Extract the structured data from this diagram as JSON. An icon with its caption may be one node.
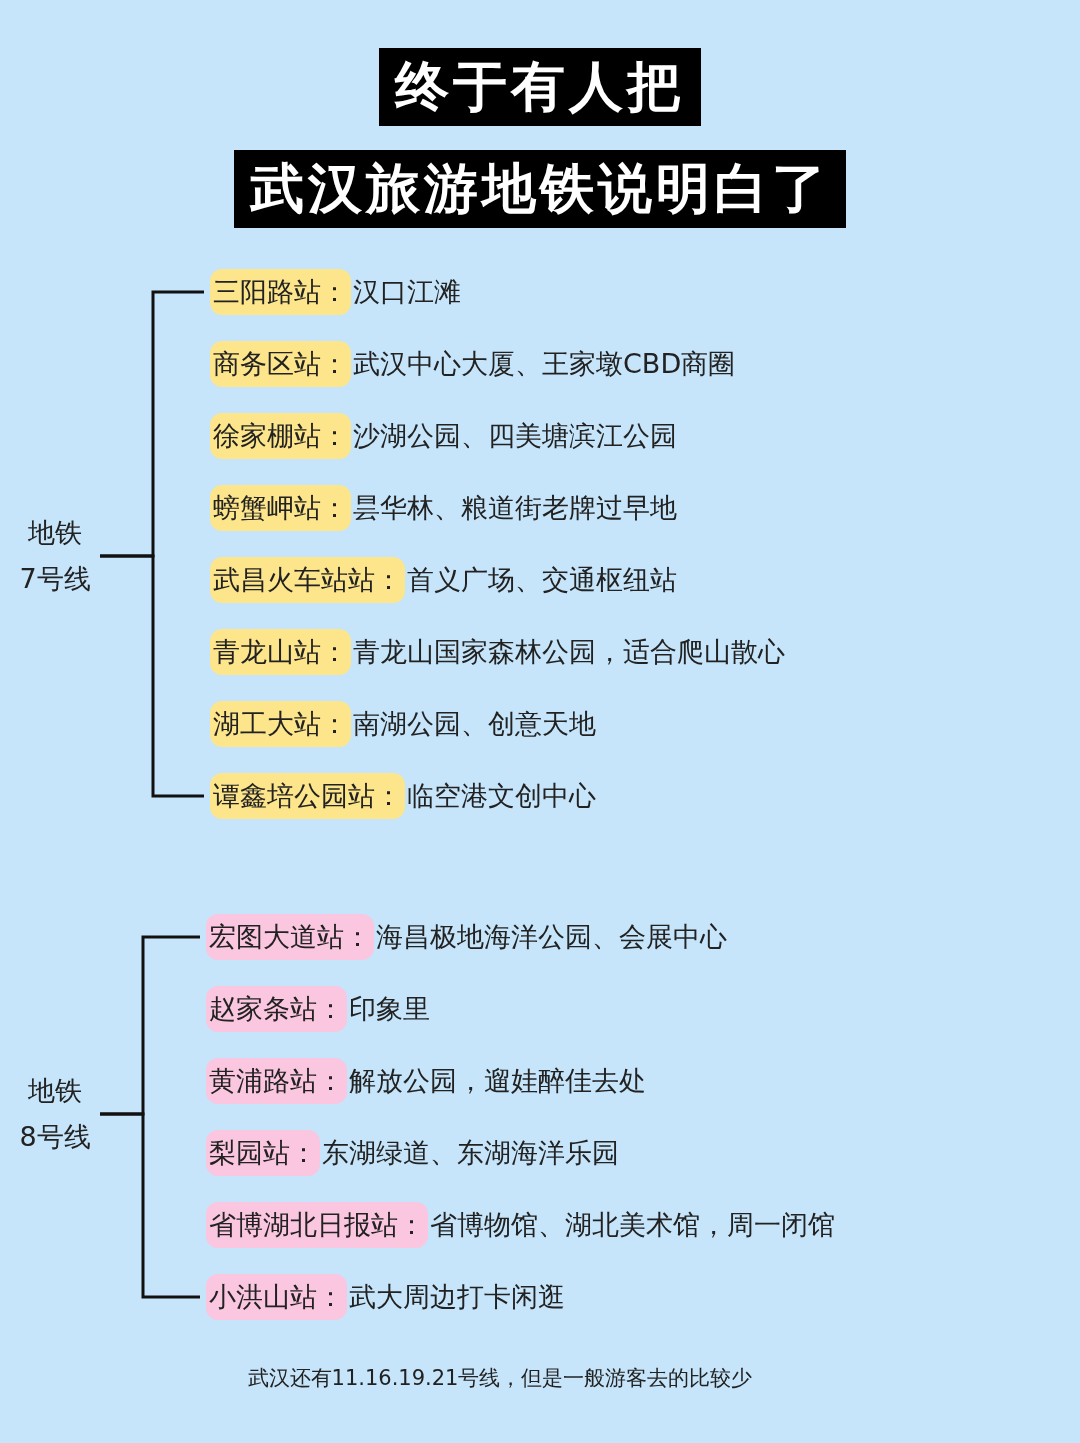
{
  "diagram": {
    "title": "终于有人把",
    "nodes": [
      {
        "text": [
          "地铁 7号线"
        ]
      },
      {
        "text": [
          "三阳路站："
        ],
        "beside": [
          "汉口江滩"
        ]
      },
      {
        "text": [
          "商务区站："
        ],
        "beside": [
          "武汉中心大厦、王家墩CBD商圈"
        ]
      },
      {
        "text": [
          "徐家棚站："
        ],
        "beside": [
          "沙湖公园、四美塘滨江公园"
        ]
      },
      {
        "text": [
          "螃蟹岬站："
        ],
        "beside": [
          "昙华林、粮道街老牌过早地"
        ]
      },
      {
        "text": [
          "武昌火车站站："
        ],
        "beside": [
          "首义广场、交通枢纽站"
        ]
      },
      {
        "text": [
          "青龙山站："
        ],
        "beside": [
          "青龙山国家森林公园，适合爬山散心"
        ]
      },
      {
        "text": [
          "湖工大站："
        ],
        "beside": [
          "南湖公园、创意天地"
        ]
      },
      {
        "text": [
          "谭鑫培公园站："
        ],
        "beside": [
          "临空港文创中心"
        ]
      },
      {
        "text": [
          "地铁 8号线"
        ]
      },
      {
        "text": [
          "宏图大道站："
        ],
        "beside": [
          "海昌极地海洋公园、会展中心"
        ]
      },
      {
        "text": [
          "赵家条站："
        ],
        "beside": [
          "印象里"
        ]
      },
      {
        "text": [
          "黄浦路站："
        ],
        "beside": [
          "解放公园，遛娃醉佳去处"
        ]
      },
      {
        "text": [
          "梨园站："
        ],
        "beside": [
          "东湖绿道、东湖海洋乐园"
        ]
      },
      {
        "text": [
          "省博湖北日报站："
        ],
        "beside": [
          "省博物馆、湖北美术馆，周一闭馆"
        ]
      },
      {
        "text": [
          "小洪山站："
        ],
        "beside": [
          "武大周边打卡闲逛"
        ]
      }
    ],
    "edges": [
      {
        "from": 0,
        "to": 1,
        "arrow": "none"
      },
      {
        "from": 0,
        "to": 8,
        "arrow": "none"
      },
      {
        "from": 9,
        "to": 10,
        "arrow": "none"
      },
      {
        "from": 9,
        "to": 15,
        "arrow": "none"
      }
    ],
    "labels": [
      "武汉旅游地铁说明白了",
      "武汉还有11.16.19.21号线，但是一般游客去的比较少"
    ]
  }
}
